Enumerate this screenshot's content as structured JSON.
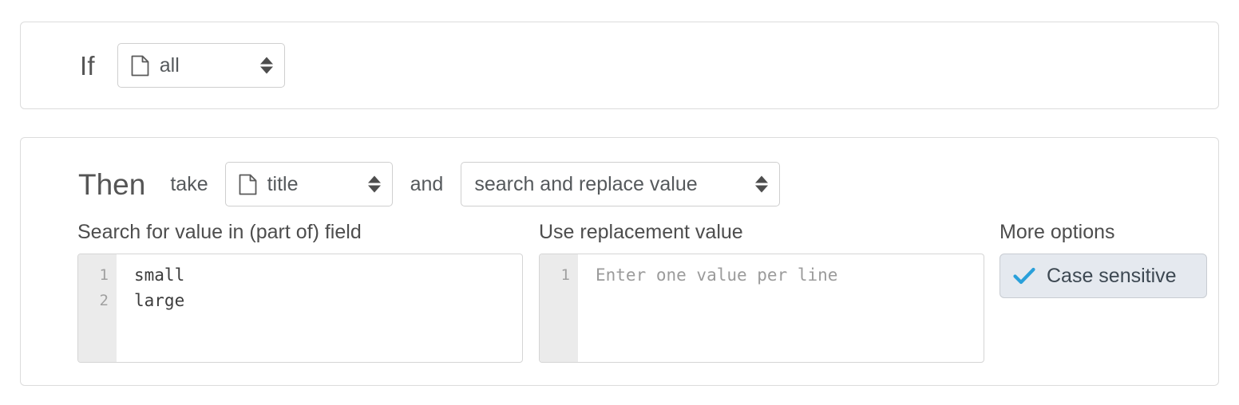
{
  "rule": {
    "if": {
      "keyword": "If",
      "field_select": {
        "icon": "document-icon",
        "value": "all",
        "indicator": "updown-spinner-icon"
      }
    },
    "then": {
      "keyword": "Then",
      "take_label": "take",
      "field_select": {
        "icon": "document-icon",
        "value": "title",
        "indicator": "updown-spinner-icon"
      },
      "and_label": "and",
      "action_select": {
        "value": "search and replace value",
        "indicator": "updown-spinner-icon"
      },
      "search_field": {
        "label": "Search for value in (part of) field",
        "line_numbers": [
          "1",
          "2"
        ],
        "lines": [
          "small",
          "large"
        ],
        "placeholder": ""
      },
      "replace_field": {
        "label": "Use replacement value",
        "line_numbers": [
          "1"
        ],
        "lines": [],
        "placeholder": "Enter one value per line"
      },
      "more_options": {
        "label": "More options",
        "case_sensitive": {
          "label": "Case sensitive",
          "icon": "check-icon",
          "checked": true
        }
      }
    }
  },
  "colors": {
    "panel_border": "#dcdcdc",
    "control_border": "#cfcfcf",
    "text": "#55595c",
    "heading": "#555555",
    "gutter_bg": "#ebebeb",
    "gutter_text": "#a0a0a0",
    "code_text": "#3c3c3c",
    "placeholder_text": "#9b9b9b",
    "toggle_bg": "#e5e9ef",
    "accent_check": "#2aa0da"
  }
}
